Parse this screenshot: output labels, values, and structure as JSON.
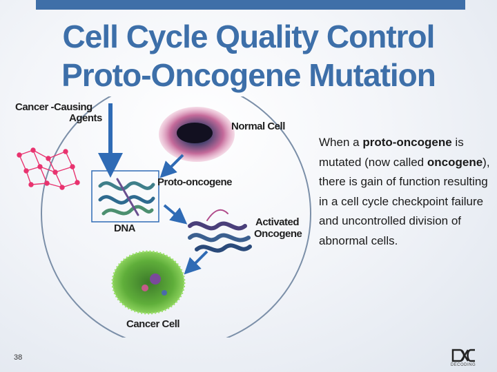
{
  "slide": {
    "title_line1": "Cell Cycle Quality Control",
    "title_line2": "Proto-Oncogene Mutation",
    "page_number": "38"
  },
  "diagram": {
    "agents_label_line1": "Cancer -Causing",
    "agents_label_line2": "Agents",
    "normal_cell_label": "Normal Cell",
    "proto_oncogene_label": "Proto-oncogene",
    "dna_label": "DNA",
    "activated_label_line1": "Activated",
    "activated_label_line2": "Oncogene",
    "cancer_cell_label": "Cancer Cell"
  },
  "description": {
    "part1": "When a ",
    "bold1": "proto-oncogene",
    "part2": " is mutated (now called ",
    "bold2": "oncogene",
    "part3": "), there is gain of function resulting in a cell cycle checkpoint failure and uncontrolled division of abnormal cells."
  },
  "colors": {
    "accent": "#3d6fa9",
    "arrow": "#2f6bb5",
    "network": "#e8336f"
  },
  "logo": {
    "text": "DECODING"
  }
}
